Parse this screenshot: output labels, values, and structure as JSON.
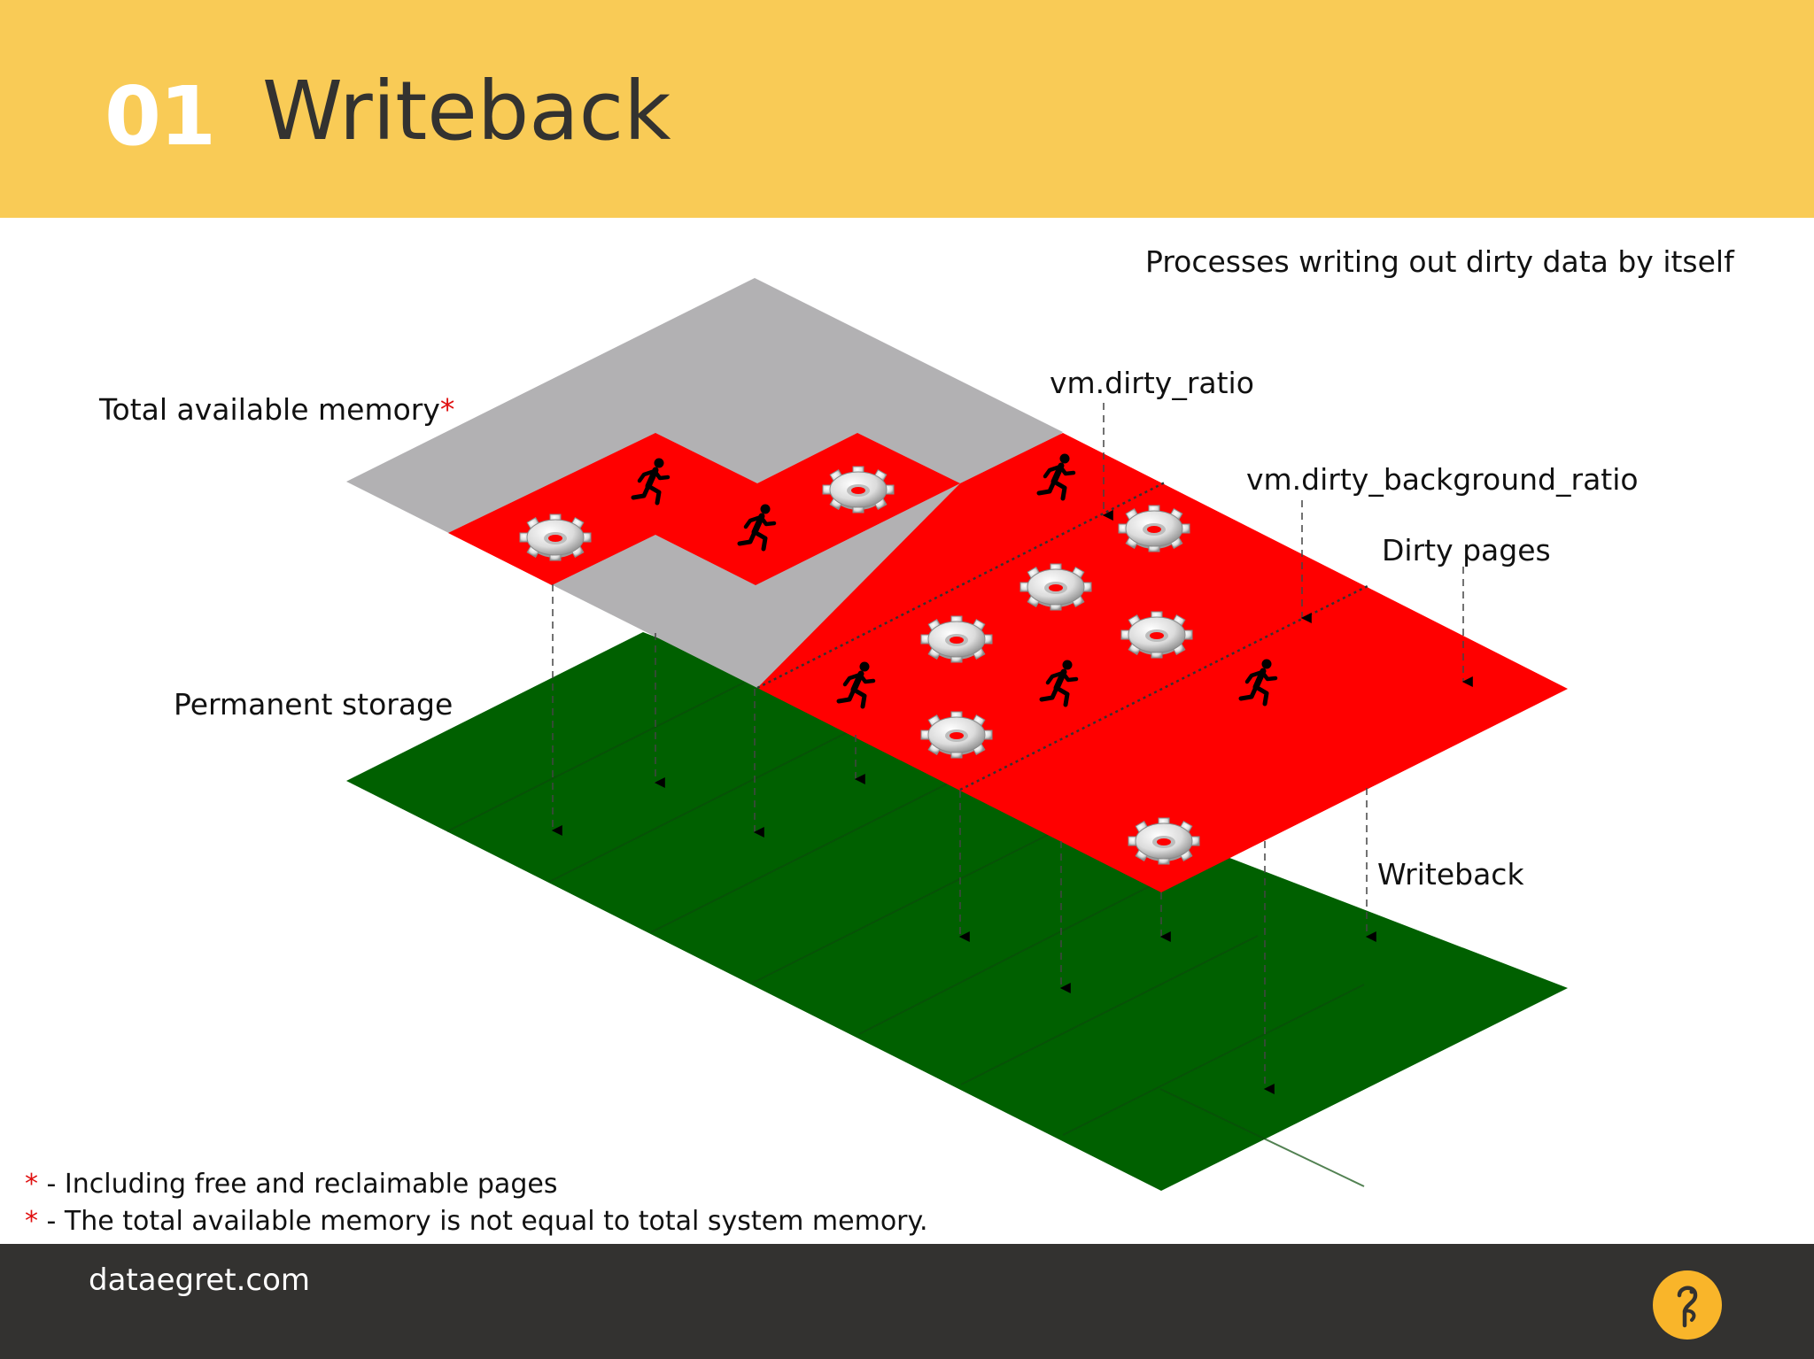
{
  "header": {
    "number": "01",
    "title": "Writeback"
  },
  "labels": {
    "processes": "Processes writing out dirty data by itself",
    "dirty_ratio": "vm.dirty_ratio",
    "dirty_background_ratio": "vm.dirty_background_ratio",
    "dirty_pages": "Dirty pages",
    "total_memory": "Total available memory",
    "total_memory_star": "*",
    "permanent_storage": "Permanent storage",
    "writeback": "Writeback"
  },
  "footnotes": [
    {
      "star": "*",
      "text": " - Including free and reclaimable pages"
    },
    {
      "star": "*",
      "text": " - The total available memory is not equal to total system memory."
    }
  ],
  "footer": {
    "url": "dataegret.com"
  },
  "colors": {
    "header": "#f9cb56",
    "memory": "#b2b1b3",
    "dirty": "#ff0000",
    "storage": "#006000",
    "footer": "#333230"
  },
  "icons": {
    "process": "running-man-icon",
    "daemon": "gear-icon",
    "logo": "dataegret-logo"
  }
}
